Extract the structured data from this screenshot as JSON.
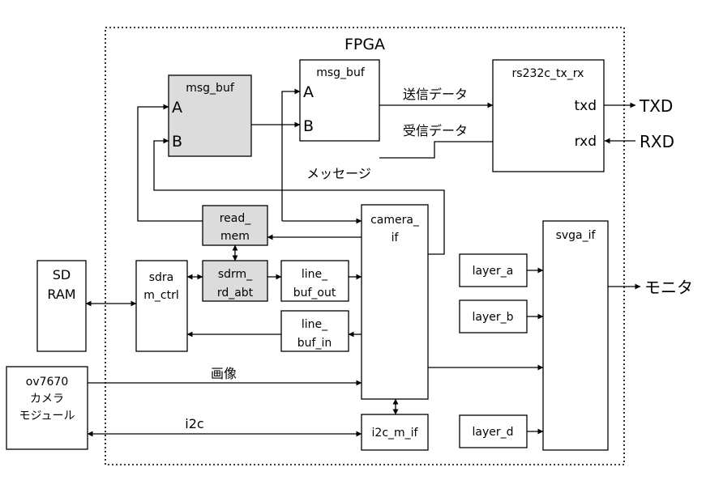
{
  "fpga_label": "FPGA",
  "colors": {
    "line": "#000000",
    "shaded_block": "#dcdcdc",
    "block": "#ffffff"
  },
  "blocks": {
    "msg_buf_a": {
      "title": "msg_buf",
      "port_a": "A",
      "port_b": "B"
    },
    "msg_buf_b": {
      "title": "msg_buf",
      "port_a": "A",
      "port_b": "B"
    },
    "rs232c": {
      "title": "rs232c_tx_rx",
      "txd": "txd",
      "rxd": "rxd"
    },
    "read_mem": {
      "line1": "read_",
      "line2": "mem"
    },
    "sdrm_rd_abt": {
      "line1": "sdrm_",
      "line2": "rd_abt"
    },
    "sdram_ctrl": {
      "line1": "sdra",
      "line2": "m_ctrl"
    },
    "line_buf_out": {
      "line1": "line_",
      "line2": "buf_out"
    },
    "line_buf_in": {
      "line1": "line_",
      "line2": "buf_in"
    },
    "camera_if": {
      "line1": "camera_",
      "line2": "if"
    },
    "i2c_m_if": {
      "title": "i2c_m_if"
    },
    "svga_if": {
      "title": "svga_if"
    },
    "layer_a": {
      "title": "layer_a"
    },
    "layer_b": {
      "title": "layer_b"
    },
    "layer_d": {
      "title": "layer_d"
    },
    "sdram": {
      "line1": "SD",
      "line2": "RAM"
    },
    "camera": {
      "line1": "ov7670",
      "line2": "カメラ",
      "line3": "モジュール"
    }
  },
  "signals": {
    "send_data": "送信データ",
    "recv_data": "受信データ",
    "message": "メッセージ",
    "image": "画像",
    "i2c": "i2c",
    "txd_out": "TXD",
    "rxd_in": "RXD",
    "monitor": "モニタ"
  }
}
